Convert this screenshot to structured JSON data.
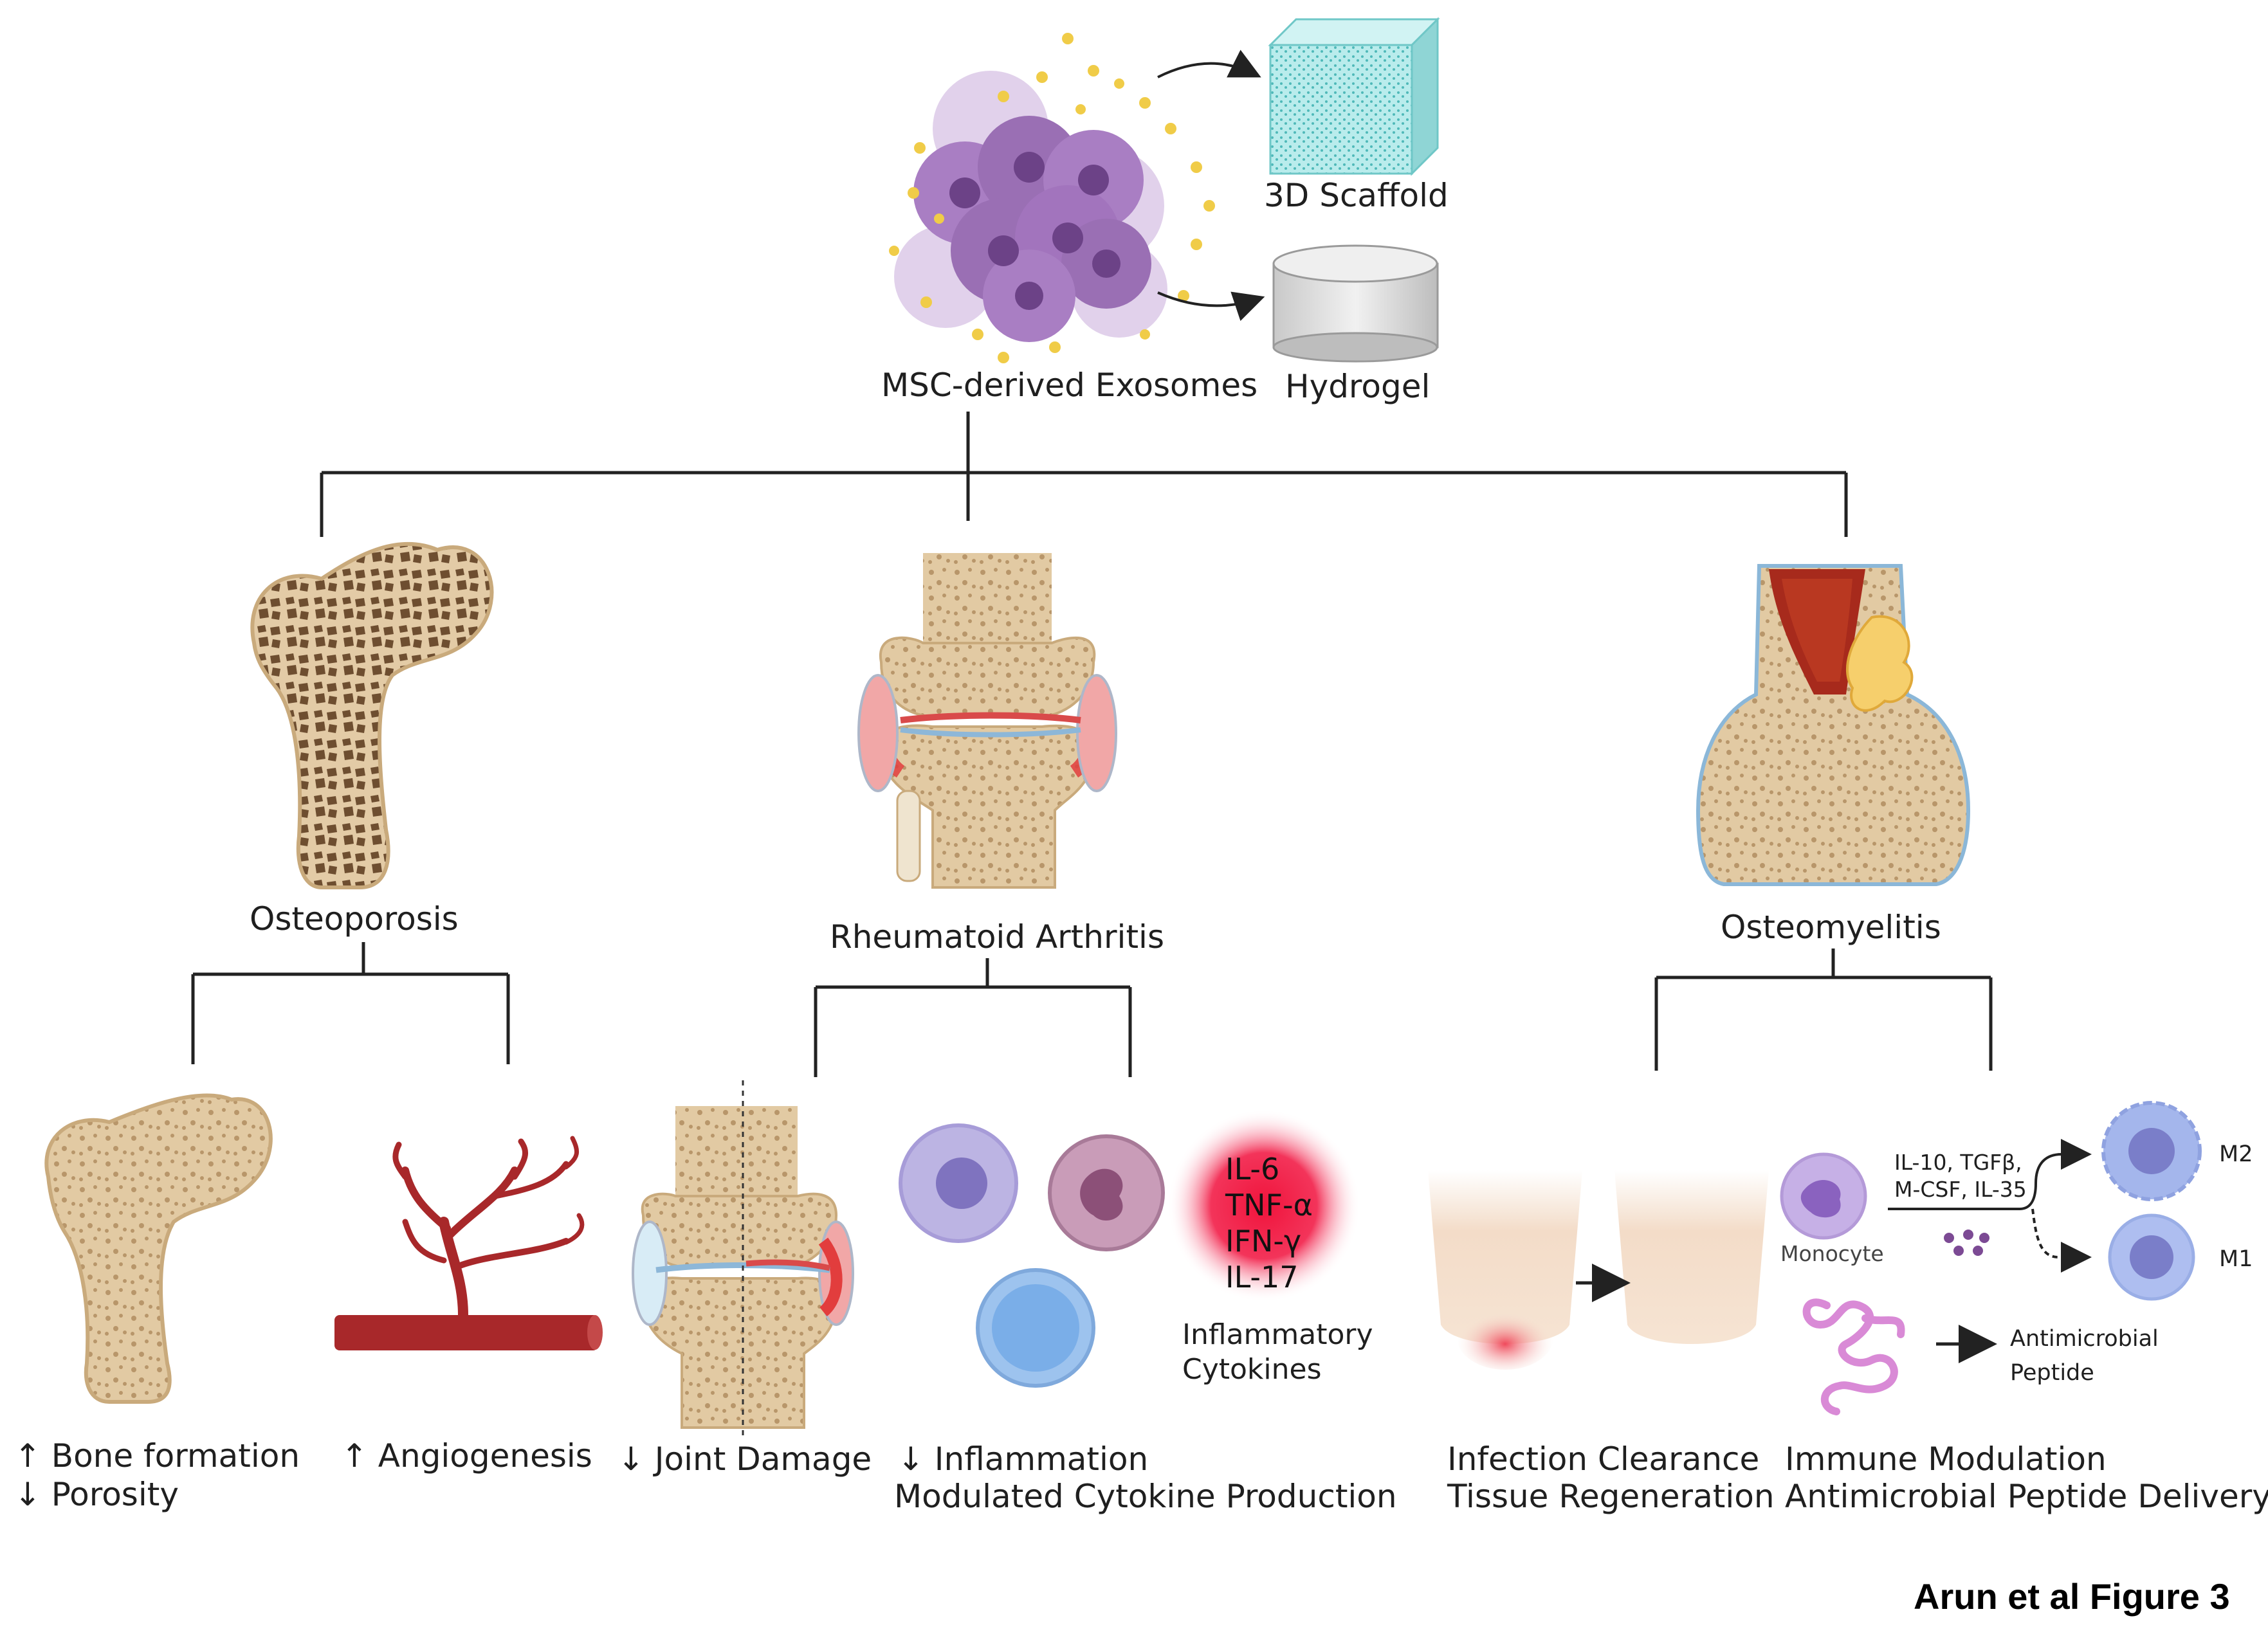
{
  "top": {
    "exosomes_label": "MSC-derived Exosomes",
    "scaffold_label": "3D Scaffold",
    "hydrogel_label": "Hydrogel"
  },
  "osteoporosis": {
    "title": "Osteoporosis",
    "outcome_1_line_1": "↑ Bone formation",
    "outcome_1_line_2": "↓ Porosity",
    "outcome_2": "↑ Angiogenesis"
  },
  "rheumatoid_arthritis": {
    "title": "Rheumatoid Arthritis",
    "outcome_1": "↓ Joint Damage",
    "outcome_2_line_1": "↓ Inflammation",
    "outcome_2_line_2": "Modulated Cytokine Production",
    "cytokines": [
      "IL-6",
      "TNF-α",
      "IFN-γ",
      "IL-17"
    ],
    "cytokines_caption_line_1": "Inflammatory",
    "cytokines_caption_line_2": "Cytokines"
  },
  "osteomyelitis": {
    "title": "Osteomyelitis",
    "outcome_1_line_1": "Infection Clearance",
    "outcome_1_line_2": "Tissue Regeneration",
    "outcome_2_line_1": "Immune Modulation",
    "outcome_2_line_2": "Antimicrobial Peptide Delivery",
    "monocyte_label": "Monocyte",
    "factors_line_1": "IL-10, TGFβ,",
    "factors_line_2": "M-CSF, IL-35",
    "m2_label": "M2",
    "m1_label": "M1",
    "peptide_line_1": "Antimicrobial",
    "peptide_line_2": "Peptide"
  },
  "caption": "Arun et al Figure 3",
  "colors": {
    "bone_fill": "#ddc6a0",
    "bone_texture": "#7b5a3a",
    "cell_purple": "#9a6fb4",
    "vessel_red": "#a8282a",
    "inflammation_red": "#e23d3d",
    "cytokine_glow": "#f0143c"
  }
}
